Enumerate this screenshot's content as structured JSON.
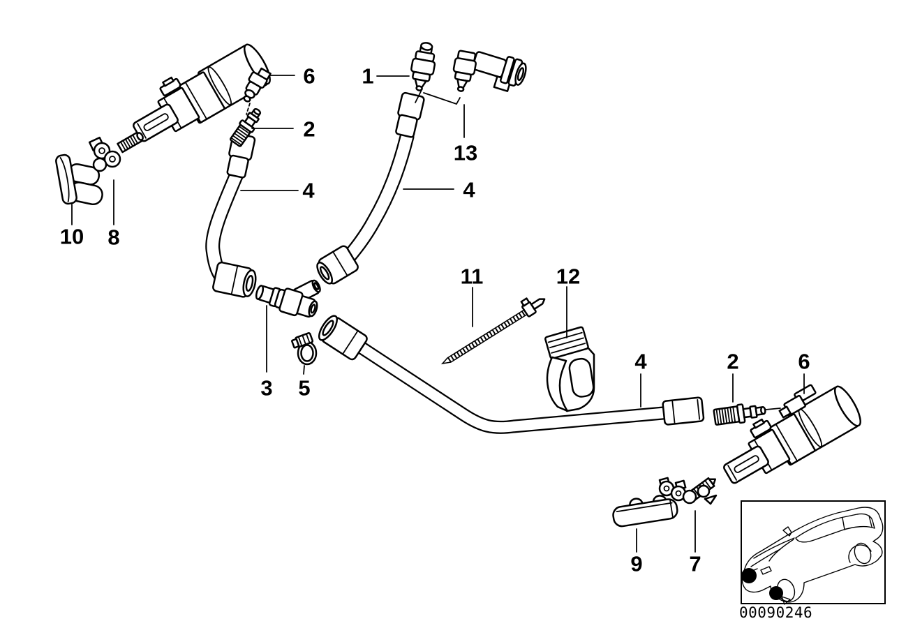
{
  "diagram": {
    "type": "exploded-parts-diagram",
    "image_id": "00090246",
    "colors": {
      "line": "#000000",
      "background": "#ffffff",
      "location_marker": "#000000"
    },
    "callouts": [
      {
        "id": "callout-6-left",
        "label": "6"
      },
      {
        "id": "callout-1",
        "label": "1"
      },
      {
        "id": "callout-2-left",
        "label": "2"
      },
      {
        "id": "callout-13",
        "label": "13"
      },
      {
        "id": "callout-4-left",
        "label": "4"
      },
      {
        "id": "callout-4-middle",
        "label": "4"
      },
      {
        "id": "callout-10",
        "label": "10"
      },
      {
        "id": "callout-8",
        "label": "8"
      },
      {
        "id": "callout-11",
        "label": "11"
      },
      {
        "id": "callout-12",
        "label": "12"
      },
      {
        "id": "callout-3",
        "label": "3"
      },
      {
        "id": "callout-5",
        "label": "5"
      },
      {
        "id": "callout-4-right",
        "label": "4"
      },
      {
        "id": "callout-2-right",
        "label": "2"
      },
      {
        "id": "callout-6-right",
        "label": "6"
      },
      {
        "id": "callout-9",
        "label": "9"
      },
      {
        "id": "callout-7",
        "label": "7"
      }
    ],
    "inset": {
      "marker_count": 2
    }
  }
}
